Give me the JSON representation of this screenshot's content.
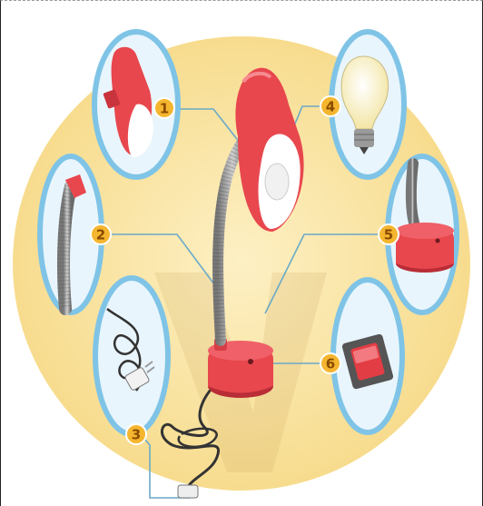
{
  "diagram": {
    "parts": [
      {
        "number": "1",
        "part": "shade"
      },
      {
        "number": "2",
        "part": "flexible-neck"
      },
      {
        "number": "3",
        "part": "power-cord-and-plug"
      },
      {
        "number": "4",
        "part": "light-bulb"
      },
      {
        "number": "5",
        "part": "base"
      },
      {
        "number": "6",
        "part": "switch"
      }
    ],
    "colors": {
      "background_glow": "#fbe7a6",
      "circle_border": "#7fc4e6",
      "circle_fill": "#e9f5fc",
      "lamp_red": "#e8474e",
      "badge": "#f5b62f",
      "leader_line": "#6aa9c8"
    }
  }
}
